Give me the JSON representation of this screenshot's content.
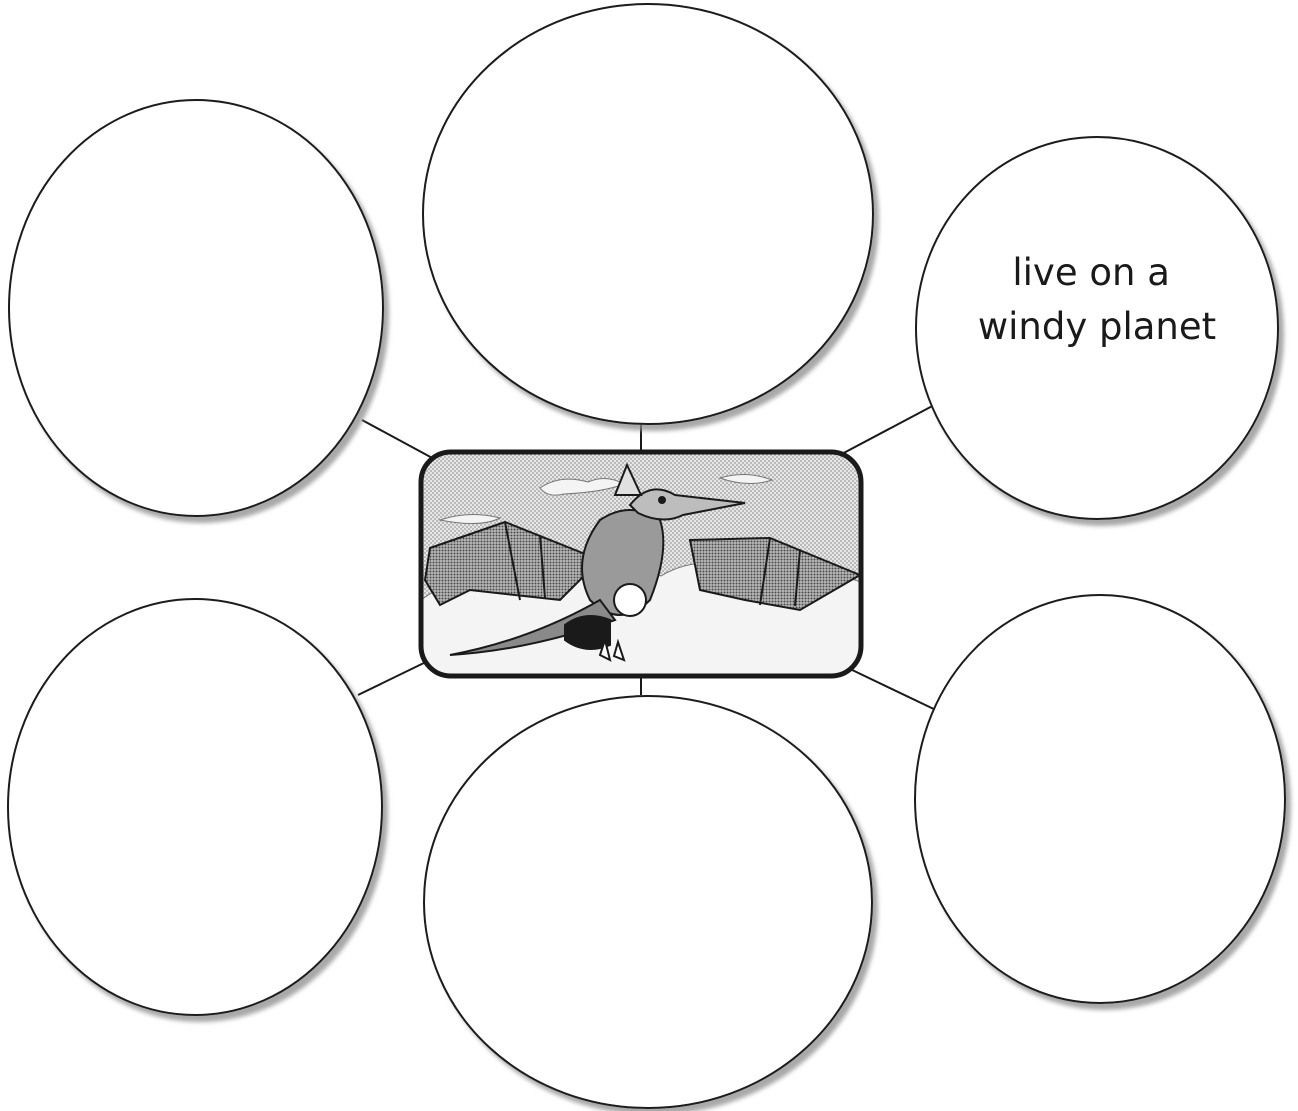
{
  "diagram": {
    "type": "bubble-web",
    "center": {
      "image": "pterodactyl-flying-illustration"
    },
    "bubbles": [
      {
        "id": "top-left",
        "lines": []
      },
      {
        "id": "top-center",
        "lines": []
      },
      {
        "id": "top-right",
        "lines": [
          "live on a",
          "windy planet"
        ]
      },
      {
        "id": "bottom-left",
        "lines": []
      },
      {
        "id": "bottom-center",
        "lines": []
      },
      {
        "id": "bottom-right",
        "lines": []
      }
    ],
    "colors": {
      "stroke": "#1a1a1a",
      "fill": "#ffffff",
      "shadow": "#9a9a9a",
      "sky": "#d4d4d4",
      "cloud": "#f2f2f2",
      "creature": "#8a8a8a"
    }
  }
}
